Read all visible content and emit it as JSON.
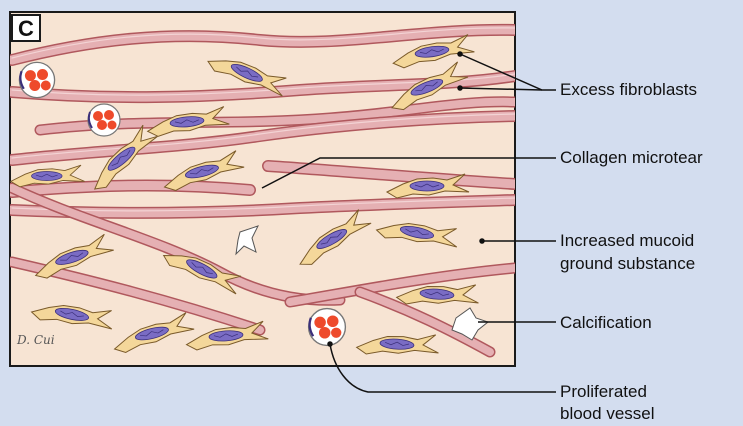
{
  "panel_label": "C",
  "signature": "D. Cui",
  "labels": {
    "excess_fibroblasts": "Excess fibroblasts",
    "collagen_microtear": "Collagen microtear",
    "mucoid_line1": "Increased mucoid",
    "mucoid_line2": "ground substance",
    "calcification": "Calcification",
    "vessel_line1": "Proliferated",
    "vessel_line2": "blood vessel"
  },
  "colors": {
    "background": "#d3ddef",
    "tissue": "#f7e4d3",
    "collagen": "#e5b0b3",
    "collagen_stroke": "#b0585d",
    "fibroblast": "#f4d79a",
    "nucleus": "#7a6cc4",
    "rbc": "#ee4a2b",
    "calcification": "#ffffff"
  }
}
